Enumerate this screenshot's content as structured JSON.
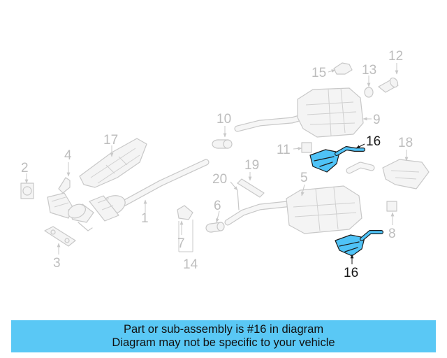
{
  "diagram": {
    "callouts": [
      "1",
      "2",
      "3",
      "4",
      "5",
      "6",
      "7",
      "8",
      "9",
      "10",
      "11",
      "12",
      "13",
      "14",
      "15",
      "16",
      "16",
      "17",
      "18",
      "19",
      "20"
    ],
    "highlight_color": "#4fc3f7"
  },
  "banner": {
    "line1": "Part or sub-assembly is #16 in diagram",
    "line2": "Diagram may not be specific to your vehicle",
    "color": "#5ac8f5"
  }
}
